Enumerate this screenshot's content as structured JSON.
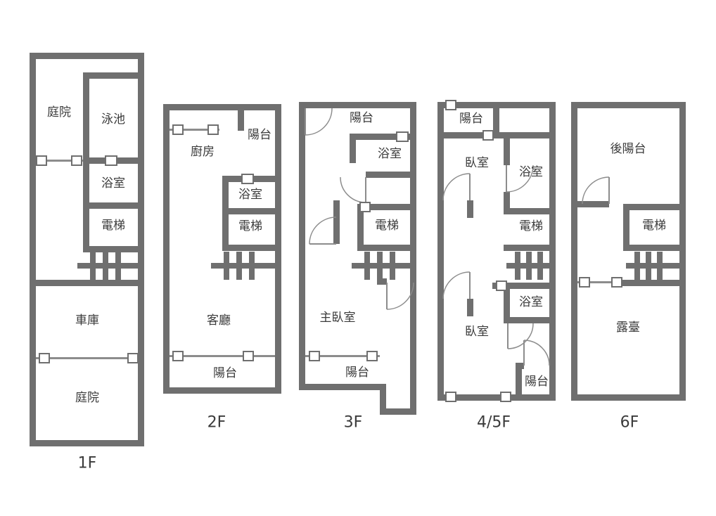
{
  "colors": {
    "wall": "#6f6f6f",
    "thin": "#8c8c8c",
    "text": "#3b3b3b",
    "background": "#ffffff"
  },
  "floors": [
    {
      "name": "1F",
      "rooms": [
        "庭院",
        "泳池",
        "浴室",
        "電梯",
        "車庫",
        "庭院"
      ]
    },
    {
      "name": "2F",
      "rooms": [
        "廚房",
        "陽台",
        "浴室",
        "電梯",
        "客廳",
        "陽台"
      ]
    },
    {
      "name": "3F",
      "rooms": [
        "陽台",
        "浴室",
        "電梯",
        "主臥室",
        "陽台"
      ]
    },
    {
      "name": "4/5F",
      "rooms": [
        "陽台",
        "臥室",
        "浴室",
        "電梯",
        "浴室",
        "臥室",
        "陽台"
      ]
    },
    {
      "name": "6F",
      "rooms": [
        "後陽台",
        "電梯",
        "露臺"
      ]
    }
  ]
}
